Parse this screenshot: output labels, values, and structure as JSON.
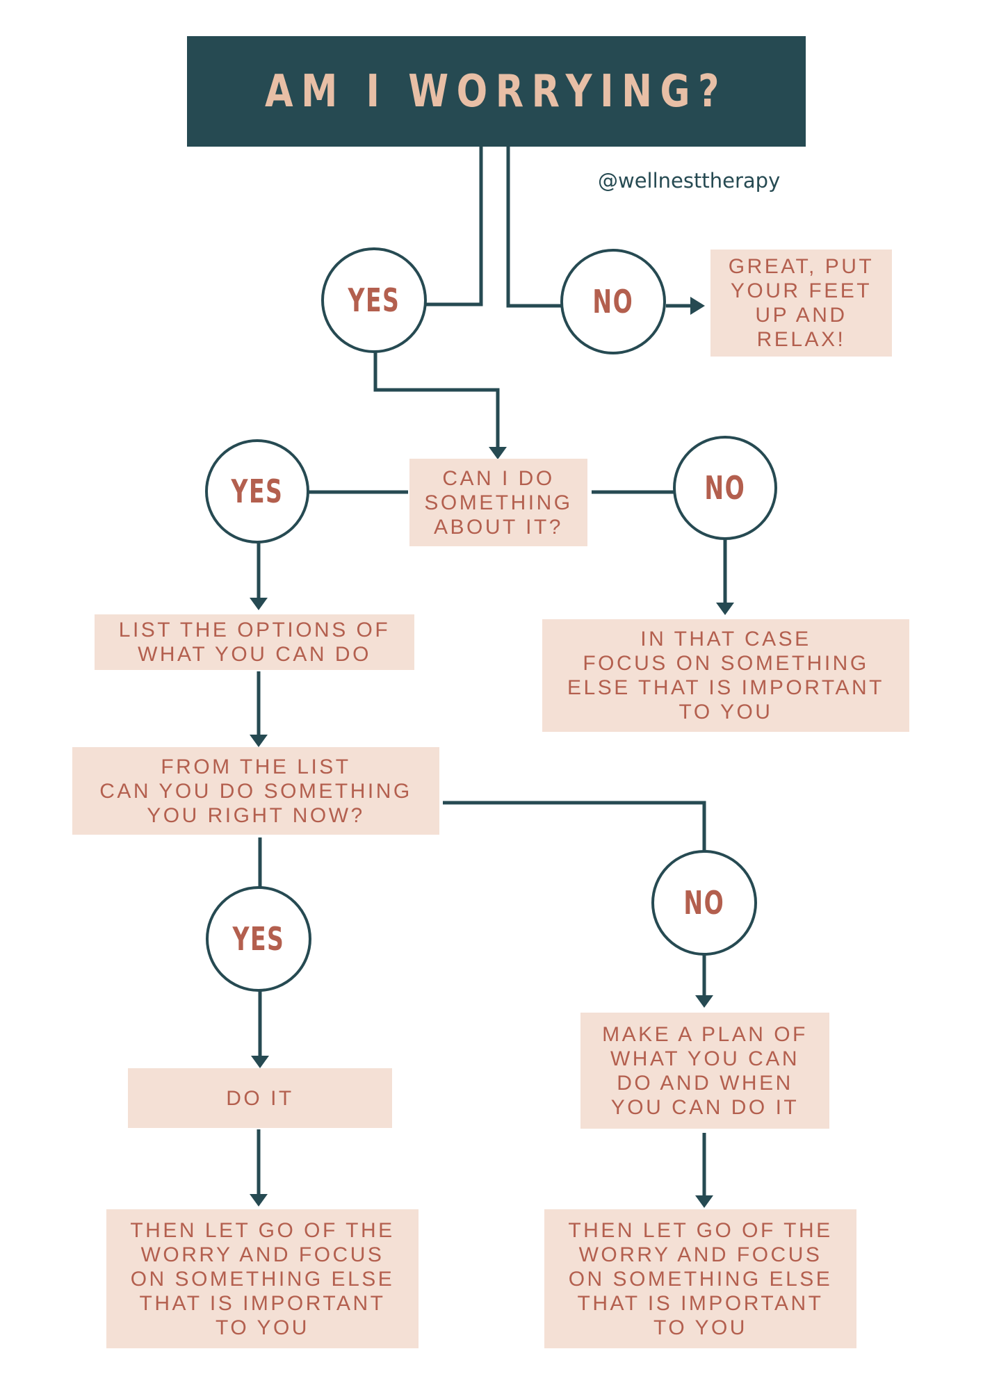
{
  "title": "AM I WORRYING?",
  "handle": "@wellnesttherapy",
  "q1": {
    "yes": "YES",
    "no": "NO",
    "no_result": "GREAT, PUT\nYOUR FEET\nUP AND\nRELAX!"
  },
  "q2": {
    "question": "CAN I DO\nSOMETHING\nABOUT IT?",
    "yes": "YES",
    "no": "NO",
    "yes_result": "LIST THE OPTIONS OF\nWHAT YOU CAN DO",
    "no_result": "IN THAT CASE\nFOCUS ON SOMETHING\nELSE THAT IS IMPORTANT\nTO YOU"
  },
  "q3": {
    "question_line1": "FROM THE LIST",
    "question_line2": "CAN YOU DO SOMETHING",
    "question_line3_a": "YOU",
    "question_line3_b": "RIGHT",
    "question_line3_c": "NOW?",
    "yes": "YES",
    "no": "NO",
    "yes_result": "DO IT",
    "no_result": "MAKE A PLAN OF\nWHAT YOU CAN\nDO AND WHEN\nYOU CAN DO IT",
    "yes_final": "THEN LET GO OF THE\nWORRY AND FOCUS\nON SOMETHING ELSE\nTHAT IS IMPORTANT\nTO YOU",
    "no_final": "THEN LET GO OF THE\nWORRY AND FOCUS\nON SOMETHING ELSE\nTHAT IS IMPORTANT\nTO YOU"
  },
  "colors": {
    "dark_teal": "#264a52",
    "peach": "#e8bfa6",
    "box_fill": "#f4e0d5",
    "rust_text": "#b35f4e"
  }
}
